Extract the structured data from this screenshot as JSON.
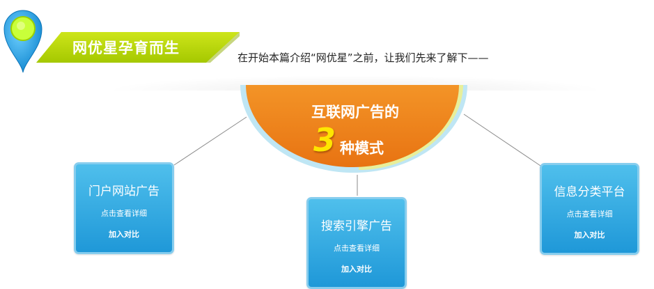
{
  "header": {
    "title": "网优星孕育而生",
    "intro": "在开始本篇介绍“网优星”之前，让我们先来了解下——"
  },
  "center": {
    "line1": "互联网广告的",
    "number": "3",
    "line2": "种模式"
  },
  "cards": [
    {
      "title": "门户网站广告",
      "detail": "点击查看详细",
      "compare": "加入对比"
    },
    {
      "title": "搜索引擎广告",
      "detail": "点击查看详细",
      "compare": "加入对比"
    },
    {
      "title": "信息分类平台",
      "detail": "点击查看详细",
      "compare": "加入对比"
    }
  ],
  "colors": {
    "accent_orange": "#f0821a",
    "banner_green": "#b8d800",
    "pin_blue": "#1c9ee0",
    "card_blue": "#2fa8e2",
    "number_yellow": "#ffe600"
  },
  "icons": {
    "pin": "map-pin-icon"
  }
}
